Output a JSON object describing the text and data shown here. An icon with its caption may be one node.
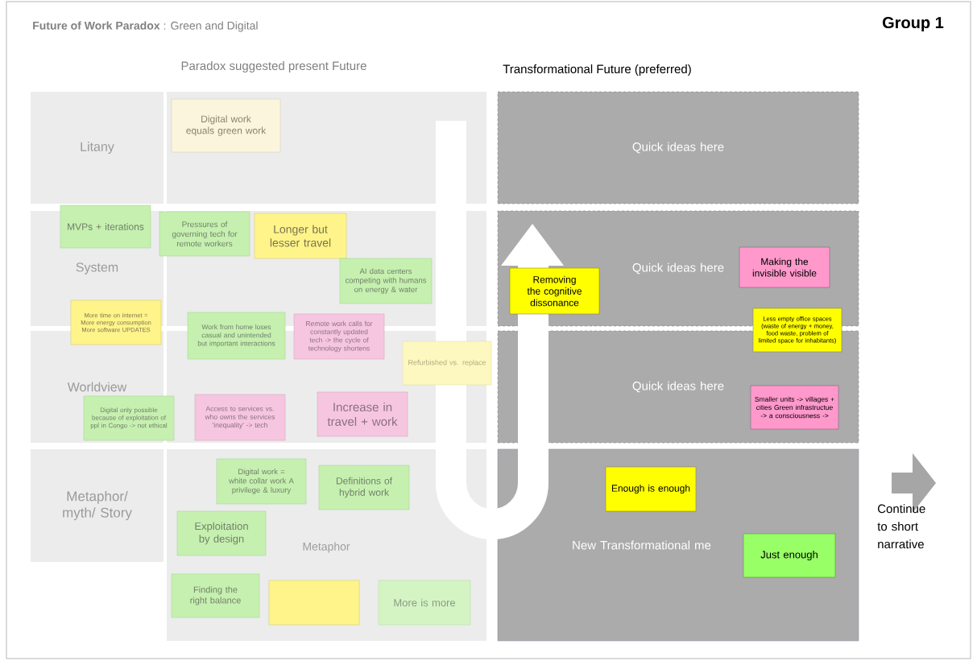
{
  "diagram": {
    "title": "**Future of Work Paradox** : Green and Digital",
    "nodes": [
      {
        "text": [
          "Litany"
        ]
      },
      {
        "text": [
          "Digital work equals green work"
        ]
      },
      {
        "text": [
          "Quick ideas here"
        ]
      },
      {
        "text": [
          "MVPs + iterations"
        ]
      },
      {
        "text": [
          "Pressures of governing tech for remote workers"
        ]
      },
      {
        "text": [
          "Longer but lesser travel"
        ]
      },
      {
        "text": [
          "System"
        ]
      },
      {
        "text": [
          "AI data centers competing with humans on energy & water"
        ]
      },
      {
        "text": [
          "Quick ideas here"
        ]
      },
      {
        "text": [
          "Removing the cognitive dissonance"
        ],
        "in": 8
      },
      {
        "text": [
          "Making the invisible visible"
        ],
        "in": 8
      },
      {
        "text": [
          "More time on internet = More energy consumption More software UPDATES"
        ]
      },
      {
        "text": [
          "Work from home loses casual and unintended but important interactions"
        ]
      },
      {
        "text": [
          "Remote work calls for constantly updated tech -> the cycle of technology shortens"
        ]
      },
      {
        "text": [
          "Less empty office spaces (waste of energy + money, food waste, problem of limited space for inhabitants)"
        ]
      },
      {
        "text": [
          "Refurbished vs. replace"
        ]
      },
      {
        "text": [
          "Worldview"
        ]
      },
      {
        "text": [
          "Quick ideas here"
        ]
      },
      {
        "text": [
          "Smaller units -> villages + cities Green infrastructue -> a consciousness ->"
        ],
        "in": 17
      },
      {
        "text": [
          "Digital only possible because of exploitation of ppl in Congo -> not ethical"
        ]
      },
      {
        "text": [
          "Access to services vs. who owns the services 'inequality' -> tech"
        ]
      },
      {
        "text": [
          "Increase in travel + work"
        ]
      },
      {
        "text": [
          "Metaphor/ myth/ Story"
        ]
      },
      {
        "text": [
          "Digital work = white collar work A privilege & luxury"
        ]
      },
      {
        "text": [
          "Definitions of hybrid work"
        ]
      },
      {
        "text": [
          "New Transformational me"
        ]
      },
      {
        "text": [
          "Enough is enough"
        ],
        "in": 25
      },
      {
        "text": [
          "Exploitation by design"
        ]
      },
      {
        "text": [
          "Just enough"
        ],
        "in": 25
      },
      {
        "text": [
          "Finding the right balance"
        ]
      },
      {
        "text": [],
        "shape": "box"
      },
      {
        "text": [
          "More is more"
        ]
      }
    ],
    "labels": [
      "Group 1",
      "Paradox suggested present Future",
      "Transformational Future (preferred)",
      "Metaphor",
      "Continue to short narrative"
    ]
  }
}
